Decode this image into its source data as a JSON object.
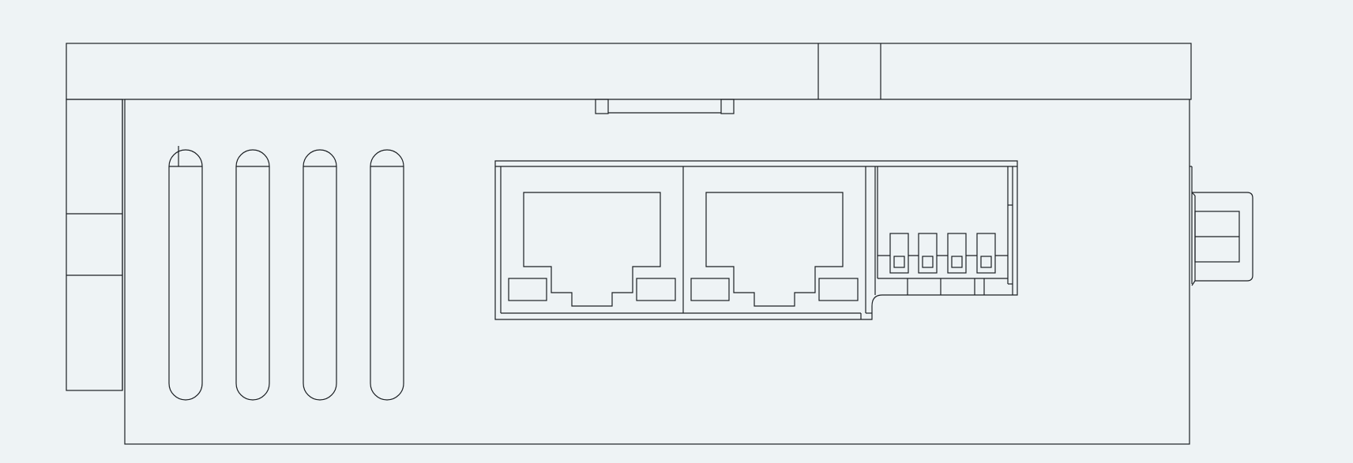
{
  "drawing": {
    "background_color": "#eef3f5",
    "line_color": "#1b1f23",
    "vent_slot_count": 4,
    "ethernet_port_count": 2,
    "dip_switch_count": 4
  }
}
